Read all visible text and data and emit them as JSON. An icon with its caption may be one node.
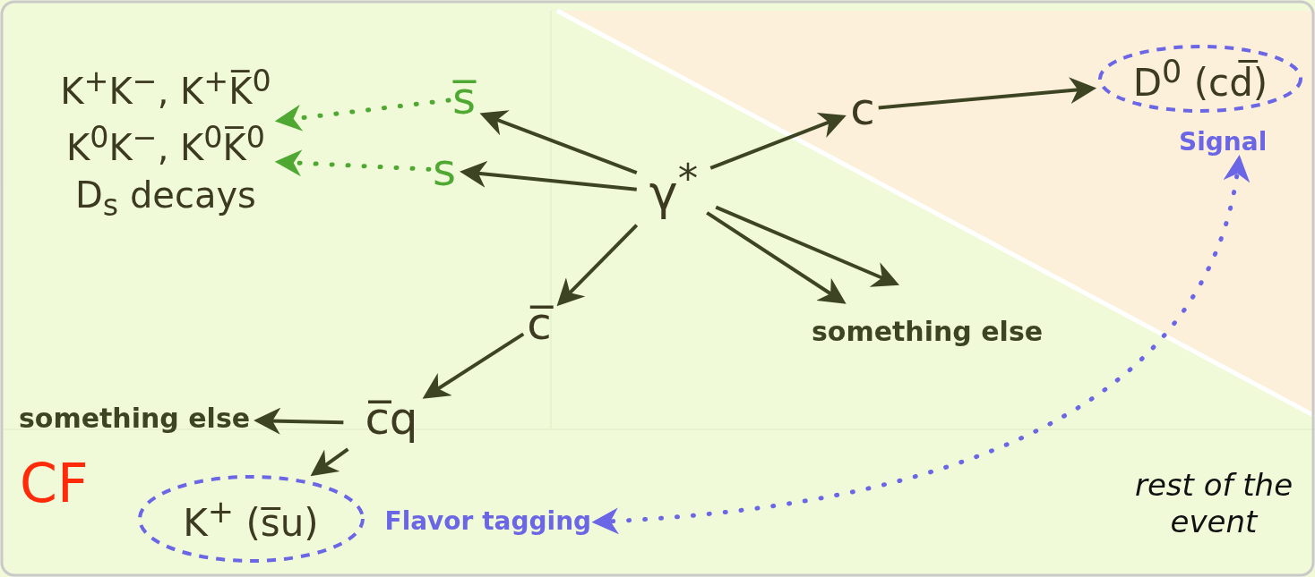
{
  "diagram": {
    "nodes": [
      {
        "text": [
          "K$^{+}$K$^{−}$, K$^{+}$K̅$^{0}$",
          "K$^{0}$K$^{−}$, K$^{0}$K̅$^{0}$",
          "D$_{s}$ decays"
        ]
      },
      {
        "text": [
          "s̅"
        ]
      },
      {
        "text": [
          "s"
        ]
      },
      {
        "text": [
          "γ$^{*}$"
        ]
      },
      {
        "text": [
          "c"
        ]
      },
      {
        "text": [
          "D$^{0}$ (cd̅)"
        ],
        "beside": [
          "Signal"
        ]
      },
      {
        "text": [
          "c̅"
        ]
      },
      {
        "text": [
          "something else"
        ]
      },
      {
        "text": [
          "c̅q"
        ]
      },
      {
        "text": [
          "something else"
        ]
      },
      {
        "text": [
          "K$^{+}$ (s̅u)"
        ],
        "beside": [
          "Flavor tagging"
        ]
      },
      {
        "text": [
          "rest of the event"
        ]
      }
    ],
    "edges": [
      {
        "from": 3,
        "to": 1,
        "arrow": "to"
      },
      {
        "from": 3,
        "to": 2,
        "arrow": "to"
      },
      {
        "from": 3,
        "to": 4,
        "arrow": "to"
      },
      {
        "from": 4,
        "to": 5,
        "arrow": "to"
      },
      {
        "from": 3,
        "to": 6,
        "arrow": "to"
      },
      {
        "from": 3,
        "to": 7,
        "arrow": "to"
      },
      {
        "from": 3,
        "to": 7,
        "arrow": "to"
      },
      {
        "from": 6,
        "to": 8,
        "arrow": "to"
      },
      {
        "from": 8,
        "to": 9,
        "arrow": "to"
      },
      {
        "from": 8,
        "to": 10,
        "arrow": "to"
      },
      {
        "from": 1,
        "to": 0,
        "arrow": "to",
        "style": "dashed",
        "color": "#4ea832"
      },
      {
        "from": 2,
        "to": 0,
        "arrow": "to",
        "style": "dashed",
        "color": "#4ea832"
      },
      {
        "from": 5,
        "to": 10,
        "arrow": "both",
        "style": "dashed",
        "color": "#6a66e6"
      }
    ],
    "labels": [
      "CF"
    ]
  }
}
